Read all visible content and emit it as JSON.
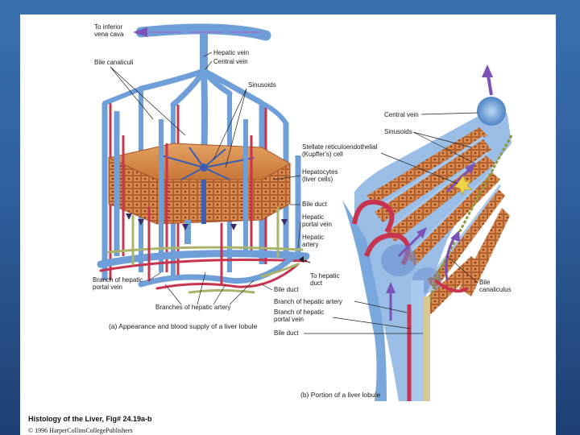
{
  "diagram_a": {
    "labels": {
      "inferior_vena_cava": [
        "To inferior",
        "vena cava"
      ],
      "hepatic_vein": "Hepatic vein",
      "central_vein": "Central vein",
      "bile_canaliculi": "Bile canaliculi",
      "sinusoids": "Sinusoids",
      "hepatocytes": [
        "Hepatocytes",
        "(liver cells)"
      ],
      "bile_duct": "Bile duct",
      "hepatic_portal_vein": [
        "Hepatic",
        "portal vein"
      ],
      "hepatic_artery": [
        "Hepatic",
        "artery"
      ],
      "to_hepatic_duct": [
        "To hepatic",
        "duct"
      ],
      "branch_portal": [
        "Branch of hepatic",
        "portal vein"
      ],
      "bile_duct_lower": "Bile duct",
      "branches_artery": "Branches of hepatic artery"
    },
    "caption": "(a) Appearance and blood supply of a liver lobule"
  },
  "diagram_b": {
    "labels": {
      "central_vein": "Central vein",
      "sinusoids": "Sinusoids",
      "kupffer": [
        "Stellate reticuloendothelial",
        "(Kupffer's) cell"
      ],
      "bile_canaliculus": [
        "Bile",
        "canaliculus"
      ],
      "branch_artery": "Branch of hepatic artery",
      "branch_portal": [
        "Branch of hepatic",
        "portal vein"
      ],
      "bile_duct": "Bile duct"
    },
    "caption": "(b) Portion of a liver lobule"
  },
  "footer": {
    "title": "Histology of the Liver, Fig# 24.19a-b",
    "copyright": "© 1996 HarperCollinsCollegePublishers"
  },
  "colors": {
    "vein_blue": "#6f9fd8",
    "artery_red": "#c8334f",
    "bile_green": "#a9b46a",
    "hepatocyte": "#d9874a",
    "arrow_purple": "#7a52b8",
    "background": "#2f5f9c"
  }
}
